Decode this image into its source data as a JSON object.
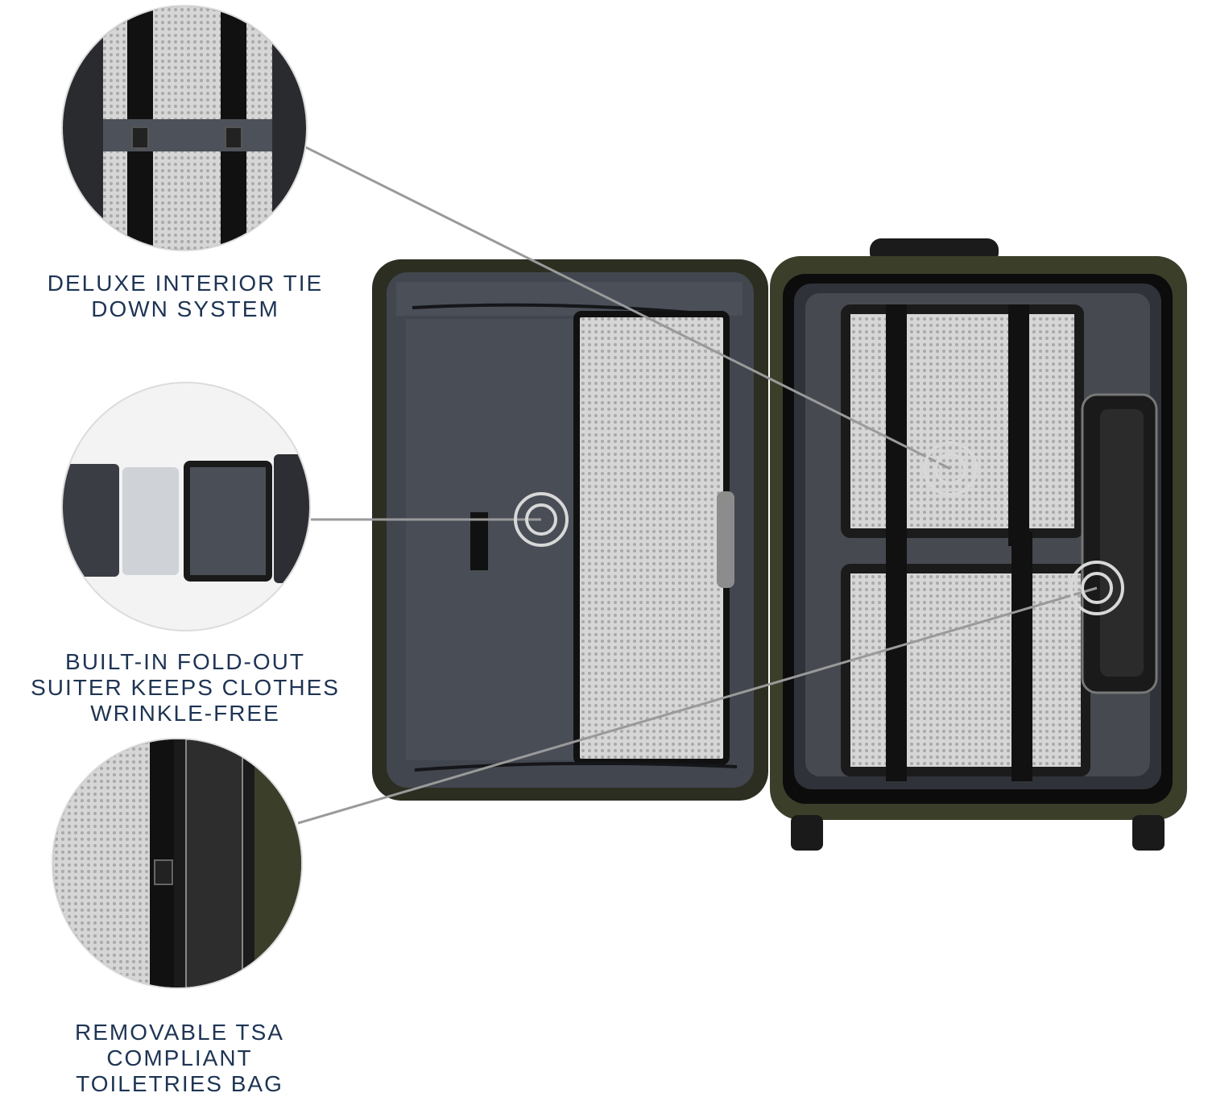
{
  "features": [
    {
      "line1": "DELUXE INTERIOR TIE",
      "line2": "DOWN SYSTEM"
    },
    {
      "line1": "BUILT-IN FOLD-OUT",
      "line2": "SUITER KEEPS CLOTHES",
      "line3": "WRINKLE-FREE"
    },
    {
      "line1": "REMOVABLE TSA COMPLIANT",
      "line2": "TOILETRIES BAG"
    }
  ],
  "colors": {
    "caption": "#1e3454",
    "callout_line": "#9a9a9a",
    "lining": "#3c4048",
    "mesh": "#b8b8b8",
    "shell": "#3b3f2a"
  }
}
